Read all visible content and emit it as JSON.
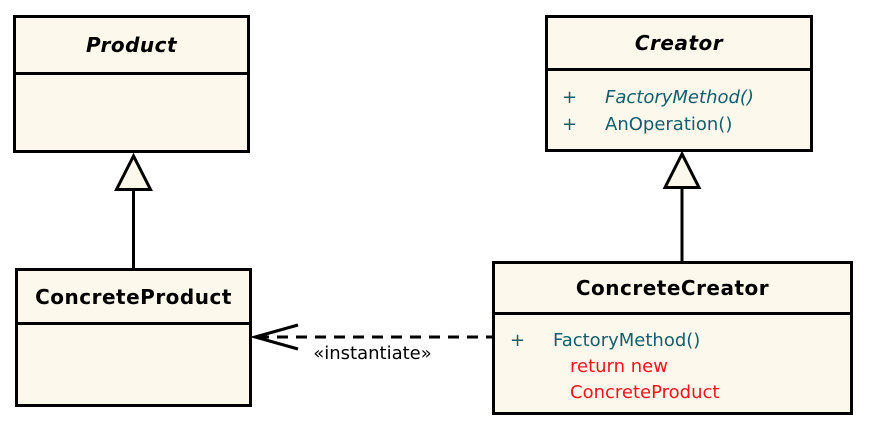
{
  "colors": {
    "box_fill": "#FCF8EB",
    "line": "#000000",
    "method_text": "#115E6E",
    "annotation_text": "#F5121D",
    "title_text": "#000000"
  },
  "classes": {
    "product": {
      "name": "Product",
      "abstract": true,
      "members": []
    },
    "creator": {
      "name": "Creator",
      "abstract": true,
      "members": [
        {
          "visibility": "+",
          "signature": "FactoryMethod()",
          "abstract": true
        },
        {
          "visibility": "+",
          "signature": "AnOperation()",
          "abstract": false
        }
      ]
    },
    "concrete_product": {
      "name": "ConcreteProduct",
      "abstract": false,
      "members": []
    },
    "concrete_creator": {
      "name": "ConcreteCreator",
      "abstract": false,
      "members": [
        {
          "visibility": "+",
          "signature": "FactoryMethod()",
          "abstract": false
        }
      ],
      "note_lines": [
        "return new",
        "ConcreteProduct"
      ]
    }
  },
  "edges": {
    "product_generalization": {
      "type": "generalization",
      "from": "ConcreteProduct",
      "to": "Product"
    },
    "creator_generalization": {
      "type": "generalization",
      "from": "ConcreteCreator",
      "to": "Creator"
    },
    "instantiate": {
      "type": "dashed-dependency",
      "label": "«instantiate»",
      "from": "ConcreteCreator",
      "to": "ConcreteProduct"
    }
  }
}
